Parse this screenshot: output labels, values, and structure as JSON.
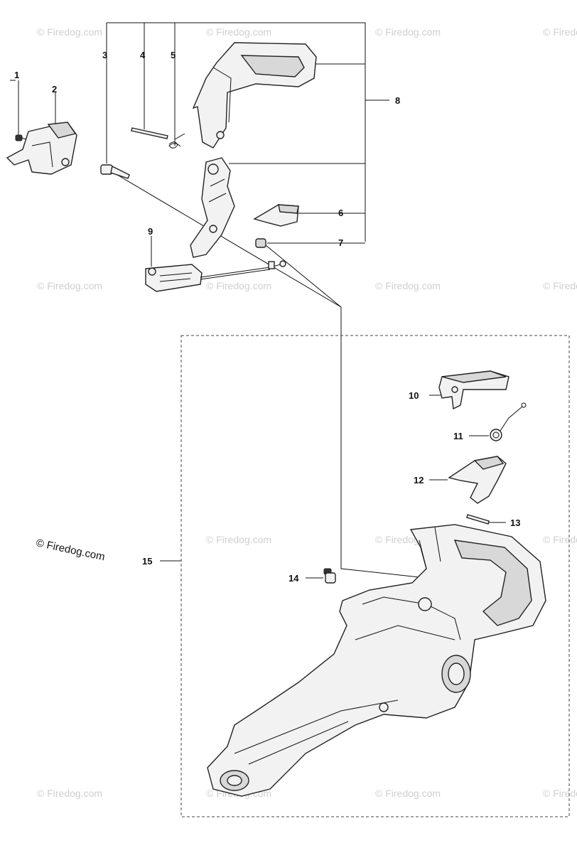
{
  "callouts": [
    {
      "id": "1",
      "label": "1"
    },
    {
      "id": "2",
      "label": "2"
    },
    {
      "id": "3",
      "label": "3"
    },
    {
      "id": "4",
      "label": "4"
    },
    {
      "id": "5",
      "label": "5"
    },
    {
      "id": "6",
      "label": "6"
    },
    {
      "id": "7",
      "label": "7"
    },
    {
      "id": "8",
      "label": "8"
    },
    {
      "id": "9",
      "label": "9"
    },
    {
      "id": "10",
      "label": "10"
    },
    {
      "id": "11",
      "label": "11"
    },
    {
      "id": "12",
      "label": "12"
    },
    {
      "id": "13",
      "label": "13"
    },
    {
      "id": "14",
      "label": "14"
    },
    {
      "id": "15",
      "label": "15"
    }
  ],
  "watermark": "© Firedog.com",
  "credit": "© Firedog.com"
}
